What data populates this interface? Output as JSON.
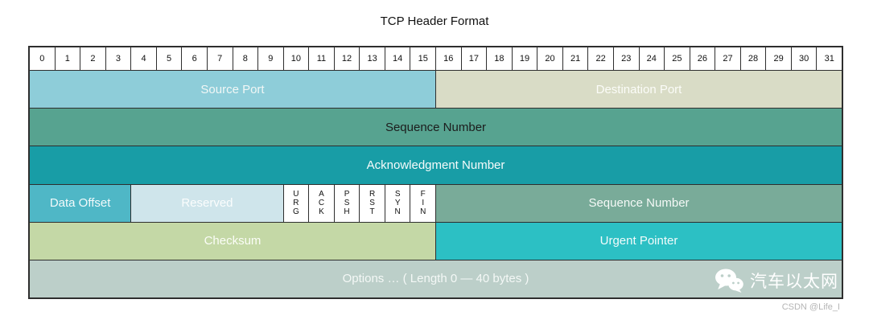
{
  "title": "TCP Header Format",
  "bit_numbers": [
    "0",
    "1",
    "2",
    "3",
    "4",
    "5",
    "6",
    "7",
    "8",
    "9",
    "10",
    "11",
    "12",
    "13",
    "14",
    "15",
    "16",
    "17",
    "18",
    "19",
    "20",
    "21",
    "22",
    "23",
    "24",
    "25",
    "26",
    "27",
    "28",
    "29",
    "30",
    "31"
  ],
  "rows": {
    "source_port": "Source Port",
    "destination_port": "Destination Port",
    "sequence_number": "Sequence Number",
    "acknowledgment_number": "Acknowledgment Number",
    "data_offset": "Data Offset",
    "reserved": "Reserved",
    "flags": [
      "U\nR\nG",
      "A\nC\nK",
      "P\nS\nH",
      "R\nS\nT",
      "S\nY\nN",
      "F\nI\nN"
    ],
    "window_field": "Sequence Number",
    "checksum": "Checksum",
    "urgent_pointer": "Urgent Pointer",
    "options": "Options … ( Length 0 — 40 bytes )"
  },
  "watermark": {
    "brand": "汽车以太网",
    "credit": "CSDN @Life_I"
  },
  "colors": {
    "border": "#2e2e2e",
    "source_port_bg": "#8ecdd9",
    "destination_port_bg": "#d9dcc6",
    "sequence_number_bg": "#57a390",
    "acknowledgment_bg": "#189da6",
    "data_offset_bg": "#4fb7c6",
    "reserved_bg": "#cfe5eb",
    "flag_bg": "#ffffff",
    "window_bg": "#79ab99",
    "checksum_bg": "#c4d8a6",
    "urgent_pointer_bg": "#2cc0c4",
    "options_bg": "#bccfc9"
  }
}
